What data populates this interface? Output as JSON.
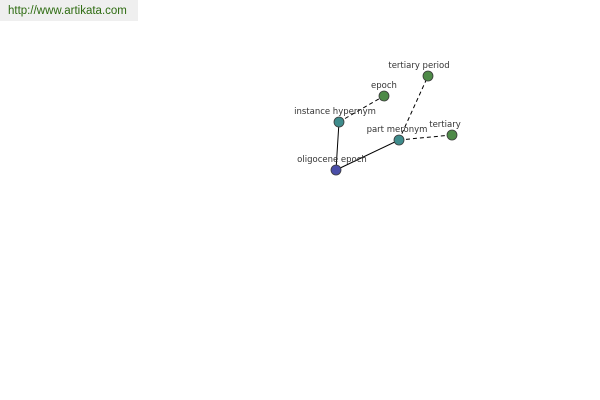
{
  "source": {
    "url_text": "http://www.artikata.com"
  },
  "graph": {
    "colors": {
      "root": "#4a4ea8",
      "relation": "#3f8c8c",
      "term": "#4e8a48",
      "edge": "#000000",
      "node_stroke": "#3a3a3a"
    },
    "nodes": [
      {
        "id": "oligocene_epoch",
        "label": "oligocene epoch",
        "kind": "root"
      },
      {
        "id": "instance_hypernym",
        "label": "instance hypernym",
        "kind": "relation"
      },
      {
        "id": "epoch",
        "label": "epoch",
        "kind": "term"
      },
      {
        "id": "part_meronym",
        "label": "part meronym",
        "kind": "relation"
      },
      {
        "id": "tertiary_period",
        "label": "tertiary period",
        "kind": "term"
      },
      {
        "id": "tertiary",
        "label": "tertiary",
        "kind": "term"
      }
    ],
    "edges": [
      {
        "from": "oligocene_epoch",
        "to": "instance_hypernym",
        "style": "solid"
      },
      {
        "from": "oligocene_epoch",
        "to": "part_meronym",
        "style": "solid"
      },
      {
        "from": "instance_hypernym",
        "to": "epoch",
        "style": "dashed"
      },
      {
        "from": "part_meronym",
        "to": "tertiary_period",
        "style": "dashed"
      },
      {
        "from": "part_meronym",
        "to": "tertiary",
        "style": "dashed"
      }
    ]
  }
}
